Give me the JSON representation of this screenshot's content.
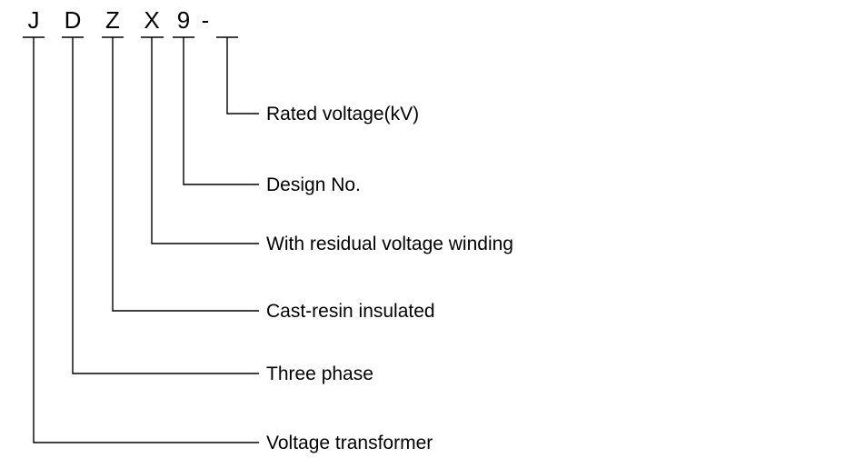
{
  "code": {
    "letters": [
      "J",
      "D",
      "Z",
      "X",
      "9",
      "-"
    ],
    "blank": ""
  },
  "legend": [
    {
      "code": "blank",
      "label": "Rated voltage(kV)"
    },
    {
      "code": "9",
      "label": "Design No."
    },
    {
      "code": "X",
      "label": "With residual voltage winding"
    },
    {
      "code": "Z",
      "label": "Cast-resin insulated"
    },
    {
      "code": "D",
      "label": "Three phase"
    },
    {
      "code": "J",
      "label": "Voltage transformer"
    }
  ],
  "colors": {
    "line": "#000000",
    "text": "#000000",
    "background": "#ffffff"
  }
}
